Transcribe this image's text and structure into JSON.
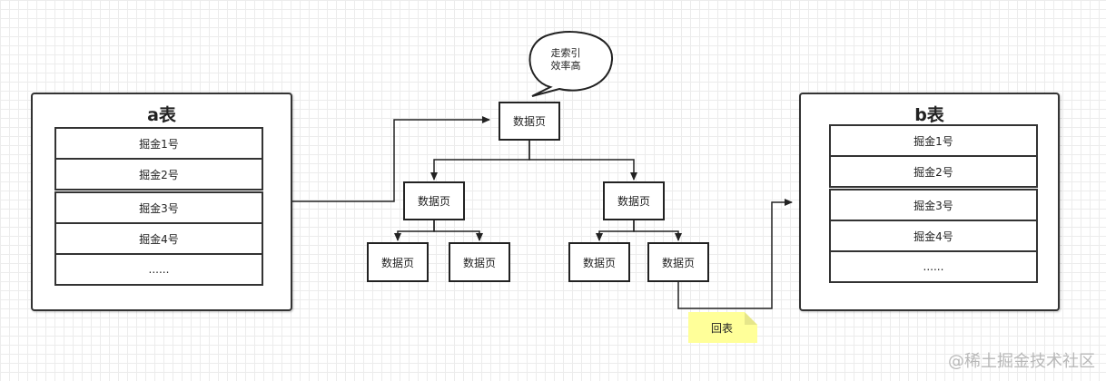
{
  "table_a": {
    "title": "a表",
    "rows": [
      "掘金1号",
      "掘金2号",
      "掘金3号",
      "掘金4号",
      "......"
    ]
  },
  "table_b": {
    "title": "b表",
    "rows": [
      "掘金1号",
      "掘金2号",
      "掘金3号",
      "掘金4号",
      "......"
    ]
  },
  "tree": {
    "root": "数据页",
    "level1": [
      "数据页",
      "数据页"
    ],
    "level2": [
      "数据页",
      "数据页",
      "数据页",
      "数据页"
    ]
  },
  "callout": {
    "line1": "走索引",
    "line2": "效率高"
  },
  "note": {
    "label": "回表"
  },
  "watermark": "@稀土掘金技术社区",
  "colors": {
    "stroke": "#222222",
    "note_fill": "#ffff99",
    "note_fold": "#e6e68a",
    "watermark": "#b8b8b8"
  }
}
